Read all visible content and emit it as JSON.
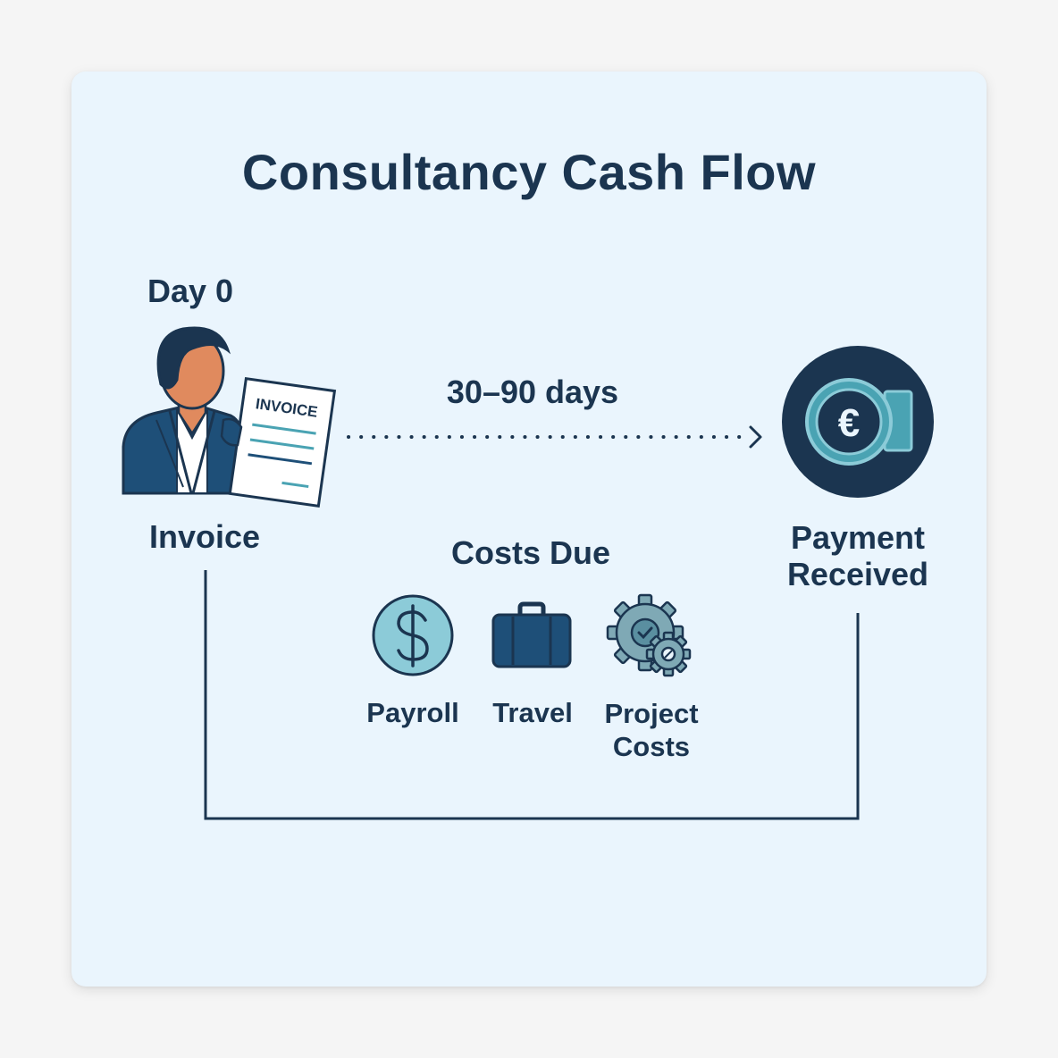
{
  "title": "Consultancy Cash Flow",
  "start": {
    "day_label": "Day 0",
    "label": "Invoice",
    "document_text": "INVOICE"
  },
  "duration": {
    "label": "30–90 days"
  },
  "end": {
    "label_line1": "Payment",
    "label_line2": "Received",
    "currency_symbol": "€"
  },
  "costs": {
    "heading": "Costs Due",
    "items": [
      {
        "label": "Payroll",
        "icon": "dollar-coin-icon"
      },
      {
        "label": "Travel",
        "icon": "briefcase-icon"
      },
      {
        "label_line1": "Project",
        "label_line2": "Costs",
        "icon": "gears-check-icon"
      }
    ]
  },
  "colors": {
    "background": "#f5f5f5",
    "card": "#eaf5fd",
    "text": "#1b3550",
    "navy": "#1b3550",
    "teal_light": "#8ccbd8",
    "teal": "#4aa3b3"
  }
}
